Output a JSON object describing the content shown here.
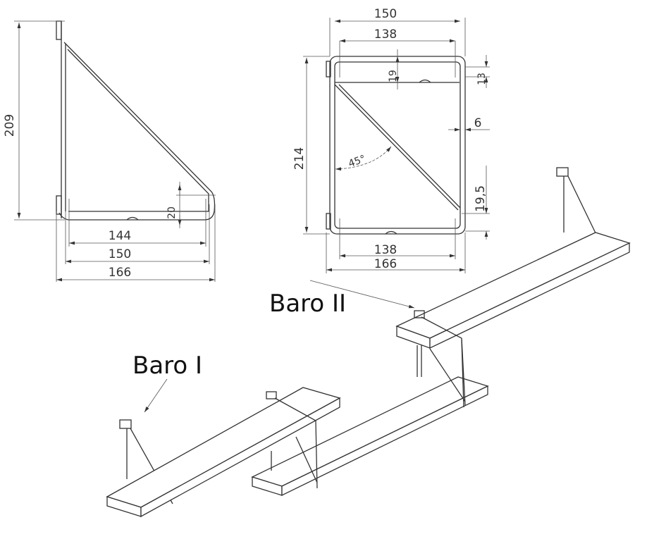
{
  "side_view": {
    "height": "209",
    "bar_height": "20",
    "inner_length": "144",
    "mid_length": "150",
    "total_length": "166"
  },
  "front_view": {
    "outer_width": "150",
    "inner_width_top": "138",
    "height": "214",
    "top_bar": "19",
    "offset_top": "13",
    "gap": "6",
    "angle": "45°",
    "bottom_offset": "19,5",
    "inner_width_bottom": "138",
    "total_width": "166"
  },
  "labels": {
    "baro_2": "Baro II",
    "baro_1": "Baro I"
  }
}
